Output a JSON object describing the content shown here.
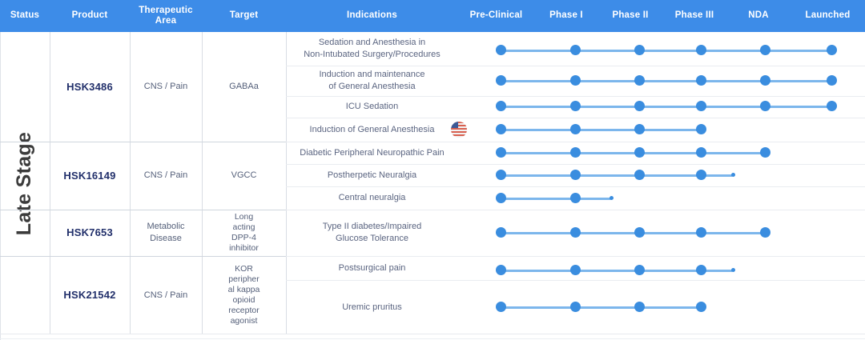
{
  "header": {
    "columns": [
      {
        "label": "Status",
        "name": "col-status"
      },
      {
        "label": "Product",
        "name": "col-product"
      },
      {
        "label": "Therapeutic\nArea",
        "name": "col-therapeutic-area"
      },
      {
        "label": "Target",
        "name": "col-target"
      },
      {
        "label": "Indications",
        "name": "col-indications"
      },
      {
        "label": "Pre-Clinical",
        "name": "col-pre-clinical"
      },
      {
        "label": "Phase I",
        "name": "col-phase-1"
      },
      {
        "label": "Phase II",
        "name": "col-phase-2"
      },
      {
        "label": "Phase III",
        "name": "col-phase-3"
      },
      {
        "label": "NDA",
        "name": "col-nda"
      },
      {
        "label": "Launched",
        "name": "col-launched"
      }
    ]
  },
  "status": {
    "label": "Late Stage"
  },
  "colors": {
    "header_bg": "#3d8ce8",
    "dot": "#3a8ddf",
    "bar": "#7cb6ec",
    "product_text": "#22306b",
    "body_text": "#55607a",
    "grid": "#d9dde4"
  },
  "products": [
    {
      "name": "HSK3486",
      "therapeutic_area": "CNS / Pain",
      "target": "GABAa",
      "indications": [
        "Sedation and Anesthesia in\nNon-Intubated Surgery/Procedures",
        "Induction  and maintenance\nof General Anesthesia",
        "ICU Sedation",
        "Induction  of General Anesthesia"
      ]
    },
    {
      "name": "HSK16149",
      "therapeutic_area": "CNS / Pain",
      "target": "VGCC",
      "indications": [
        "Diabetic Peripheral Neuropathic Pain",
        "Postherpetic Neuralgia",
        "Central neuralgia"
      ]
    },
    {
      "name": "HSK7653",
      "therapeutic_area": "Metabolic\nDisease",
      "target": "Long\nacting\nDPP-4\ninhibitor",
      "indications": [
        "Type II diabetes/Impaired\nGlucose Tolerance"
      ]
    },
    {
      "name": "HSK21542",
      "therapeutic_area": "CNS / Pain",
      "target": "KOR\nperipher\nal kappa\nopioid\nreceptor\nagonist",
      "indications": [
        "Postsurgical pain",
        "Uremic pruritus"
      ]
    }
  ],
  "chart_data": {
    "type": "table",
    "title": "Late Stage Pipeline",
    "phases": [
      "Pre-Clinical",
      "Phase I",
      "Phase II",
      "Phase III",
      "NDA",
      "Launched"
    ],
    "rows": [
      {
        "product": "HSK3486",
        "indication": "Sedation and Anesthesia in Non-Intubated Surgery/Procedures",
        "progress_phase": "Launched",
        "phases_complete": 6,
        "partial": 0,
        "flag": null
      },
      {
        "product": "HSK3486",
        "indication": "Induction and maintenance of General Anesthesia",
        "progress_phase": "Launched",
        "phases_complete": 6,
        "partial": 0,
        "flag": null
      },
      {
        "product": "HSK3486",
        "indication": "ICU Sedation",
        "progress_phase": "Launched",
        "phases_complete": 6,
        "partial": 0,
        "flag": null
      },
      {
        "product": "HSK3486",
        "indication": "Induction of General Anesthesia",
        "progress_phase": "Phase III",
        "phases_complete": 4,
        "partial": 0,
        "flag": "us-flag"
      },
      {
        "product": "HSK16149",
        "indication": "Diabetic Peripheral Neuropathic Pain",
        "progress_phase": "NDA",
        "phases_complete": 5,
        "partial": 0,
        "flag": null
      },
      {
        "product": "HSK16149",
        "indication": "Postherpetic Neuralgia",
        "progress_phase": "Phase III",
        "phases_complete": 4,
        "partial": 0.5,
        "flag": null
      },
      {
        "product": "HSK16149",
        "indication": "Central neuralgia",
        "progress_phase": "Phase I",
        "phases_complete": 2,
        "partial": 0.5,
        "flag": null
      },
      {
        "product": "HSK7653",
        "indication": "Type II diabetes/Impaired Glucose Tolerance",
        "progress_phase": "NDA",
        "phases_complete": 5,
        "partial": 0,
        "flag": null
      },
      {
        "product": "HSK21542",
        "indication": "Postsurgical pain",
        "progress_phase": "Phase III",
        "phases_complete": 4,
        "partial": 0.5,
        "flag": null
      },
      {
        "product": "HSK21542",
        "indication": "Uremic pruritus",
        "progress_phase": "Phase III",
        "phases_complete": 4,
        "partial": 0,
        "flag": null
      }
    ]
  }
}
